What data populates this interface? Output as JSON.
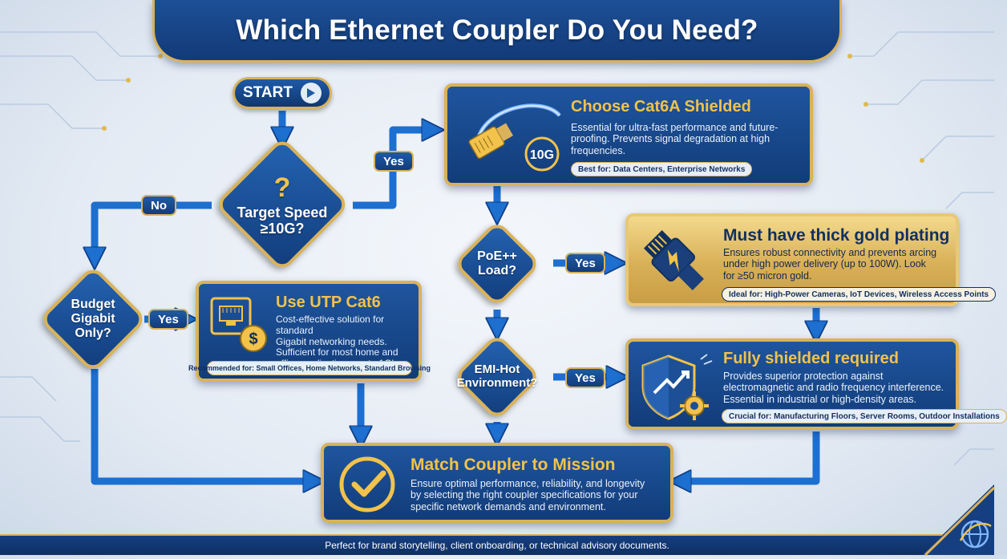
{
  "title": "Which Ethernet Coupler Do You Need?",
  "start": {
    "label": "START",
    "icon": "play-icon"
  },
  "decisions": {
    "speed": {
      "line1": "Target Speed",
      "line2": "≥10G?",
      "icon": "question-mark-icon"
    },
    "budget": {
      "line1": "Budget",
      "line2": "Gigabit",
      "line3": "Only?"
    },
    "poe": {
      "line1": "PoE++",
      "line2": "Load?"
    },
    "emi": {
      "line1": "EMI-Hot",
      "line2": "Environment?"
    }
  },
  "branches": {
    "speed_yes": "Yes",
    "speed_no": "No",
    "budget_yes": "Yes",
    "poe_yes": "Yes",
    "emi_yes": "Yes"
  },
  "cards": {
    "cat6a": {
      "title": "Choose Cat6A Shielded",
      "body_lines": [
        "Essential for ultra-fast performance and future-",
        "proofing. Prevents signal degradation at high",
        "frequencies."
      ],
      "badge": "Best for: Data Centers, Enterprise Networks",
      "icon": "ethernet-cable-10g-icon",
      "icon_text": "10G"
    },
    "gold": {
      "title": "Must have thick gold plating",
      "body_lines": [
        "Ensures robust connectivity and prevents arcing",
        "under high power delivery (up to 100W). Look",
        "for ≥50 micron gold."
      ],
      "badge": "Ideal for: High-Power Cameras, IoT Devices, Wireless Access Points",
      "icon": "power-plug-lightning-icon"
    },
    "utp": {
      "title": "Use UTP Cat6",
      "body_lines": [
        "Cost-effective solution for standard",
        "Gigabit networking needs.",
        "Sufficient for most home and",
        "office applications up to 1Gbps."
      ],
      "badge": "Recommended for: Small Offices, Home Networks, Standard Browsing",
      "icon": "ethernet-port-dollar-icon"
    },
    "shielded": {
      "title": "Fully shielded required",
      "body_lines": [
        "Provides superior protection against",
        "electromagnetic and radio frequency interference.",
        "Essential in industrial or high-density areas."
      ],
      "badge": "Crucial for: Manufacturing Floors, Server Rooms, Outdoor Installations",
      "icon": "shield-gear-icon"
    },
    "match": {
      "title": "Match Coupler to Mission",
      "body_lines": [
        "Ensure optimal performance, reliability, and longevity",
        "by selecting the right coupler specifications for your",
        "specific network demands and environment."
      ],
      "icon": "checkmark-circle-icon"
    }
  },
  "footer": "Perfect for brand storytelling, client onboarding, or technical advisory documents.",
  "corner_icon": "globe-icon",
  "colors": {
    "navy": "#123c7a",
    "gold": "#d9b25a",
    "arrow_blue": "#1d6fd0"
  }
}
